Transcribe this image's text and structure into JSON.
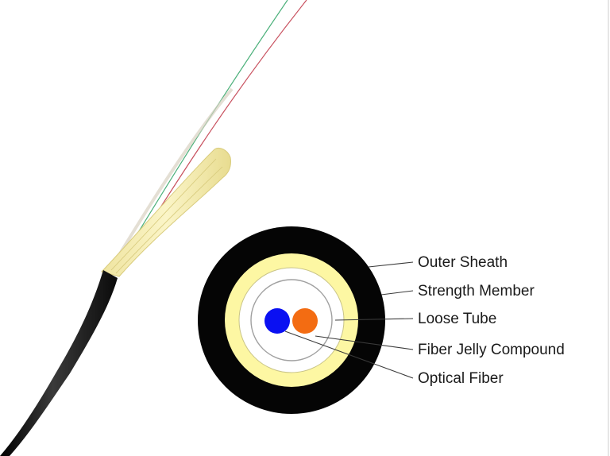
{
  "diagram": {
    "labels": [
      {
        "key": "outer_sheath",
        "text": "Outer Sheath"
      },
      {
        "key": "strength_member",
        "text": "Strength Member"
      },
      {
        "key": "loose_tube",
        "text": "Loose Tube"
      },
      {
        "key": "fiber_jelly",
        "text": "Fiber Jelly Compound"
      },
      {
        "key": "optical_fiber",
        "text": "Optical Fiber"
      }
    ],
    "colors": {
      "sheath": "#050505",
      "strength_member": "#fdf7a3",
      "loose_tube_fill": "#ffffff",
      "loose_tube_ring": "#a0a0a0",
      "fiber_blue": "#0a10f2",
      "fiber_orange": "#f36c12",
      "cable_black": "#161616",
      "yarn": "#f2e9a2",
      "fiber_green": "#4bb07a",
      "fiber_red": "#c8505e"
    }
  }
}
